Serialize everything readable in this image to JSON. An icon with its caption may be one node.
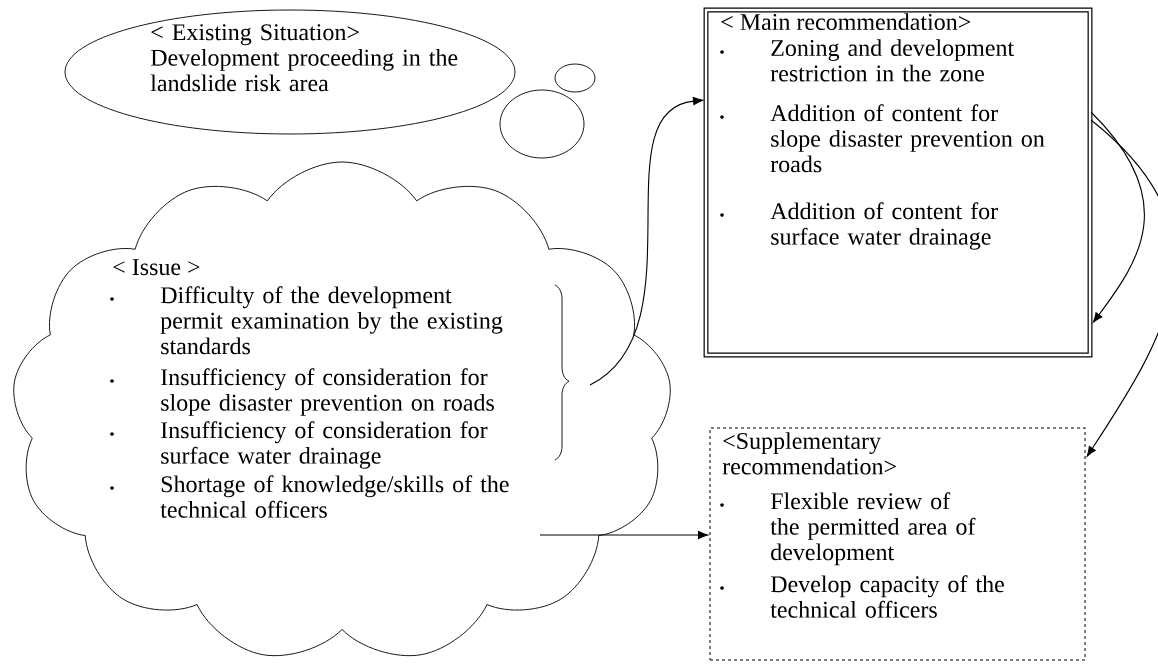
{
  "diagram": {
    "nodes": [
      {
        "text": [
          "< Existing Situation>",
          "Development proceeding in the landslide risk area"
        ]
      },
      {
        "text": [
          "< Issue >",
          "Difficulty of the development permit examination by the existing standards",
          "Insufficiency of consideration for slope disaster prevention on roads",
          "Insufficiency of consideration for surface water drainage",
          "Shortage of knowledge/skills of the technical officers"
        ]
      },
      {
        "text": [
          "< Main recommendation>",
          "Zoning and development restriction in the zone",
          "Addition of content for slope disaster prevention on roads",
          "Addition of content for surface water drainage"
        ]
      },
      {
        "text": [
          "<Supplementary recommendation>",
          "Flexible review of the permitted area of development",
          "Develop capacity of the technical officers"
        ]
      },
      {
        "text": [],
        "shape": "circle"
      },
      {
        "text": [],
        "shape": "circle"
      }
    ],
    "edges": [
      {
        "from": 1,
        "to": 2,
        "arrow": "to"
      },
      {
        "from": 1,
        "to": 3,
        "arrow": "to"
      },
      {
        "from": 2,
        "to": 2,
        "arrow": "to"
      },
      {
        "from": 2,
        "to": 3,
        "arrow": "to"
      }
    ]
  }
}
